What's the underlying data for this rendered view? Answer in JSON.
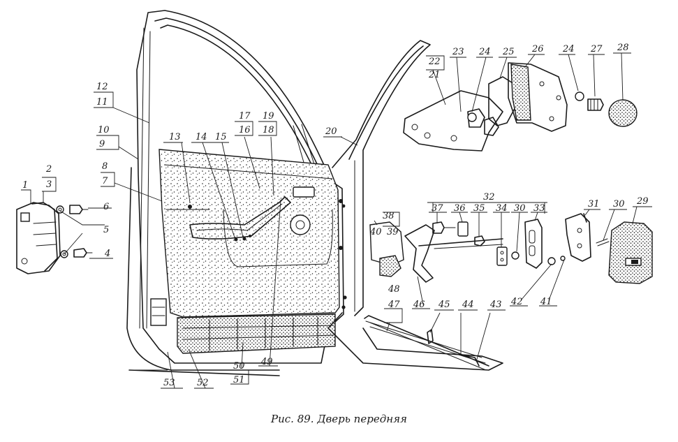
{
  "caption": "Рис. 89. Дверь передняя",
  "callouts": [
    "1",
    "2",
    "3",
    "4",
    "5",
    "6",
    "7",
    "8",
    "9",
    "10",
    "11",
    "12",
    "13",
    "14",
    "15",
    "16",
    "17",
    "18",
    "19",
    "20",
    "21",
    "22",
    "23",
    "24",
    "25",
    "26",
    "27",
    "28",
    "29",
    "30",
    "31",
    "32",
    "33",
    "34",
    "35",
    "36",
    "37",
    "38",
    "39",
    "40",
    "41",
    "42",
    "43",
    "44",
    "45",
    "46",
    "47",
    "48",
    "49",
    "50",
    "51",
    "52",
    "53"
  ],
  "colors": {
    "ink": "#1a1a1a",
    "paper": "#ffffff"
  }
}
